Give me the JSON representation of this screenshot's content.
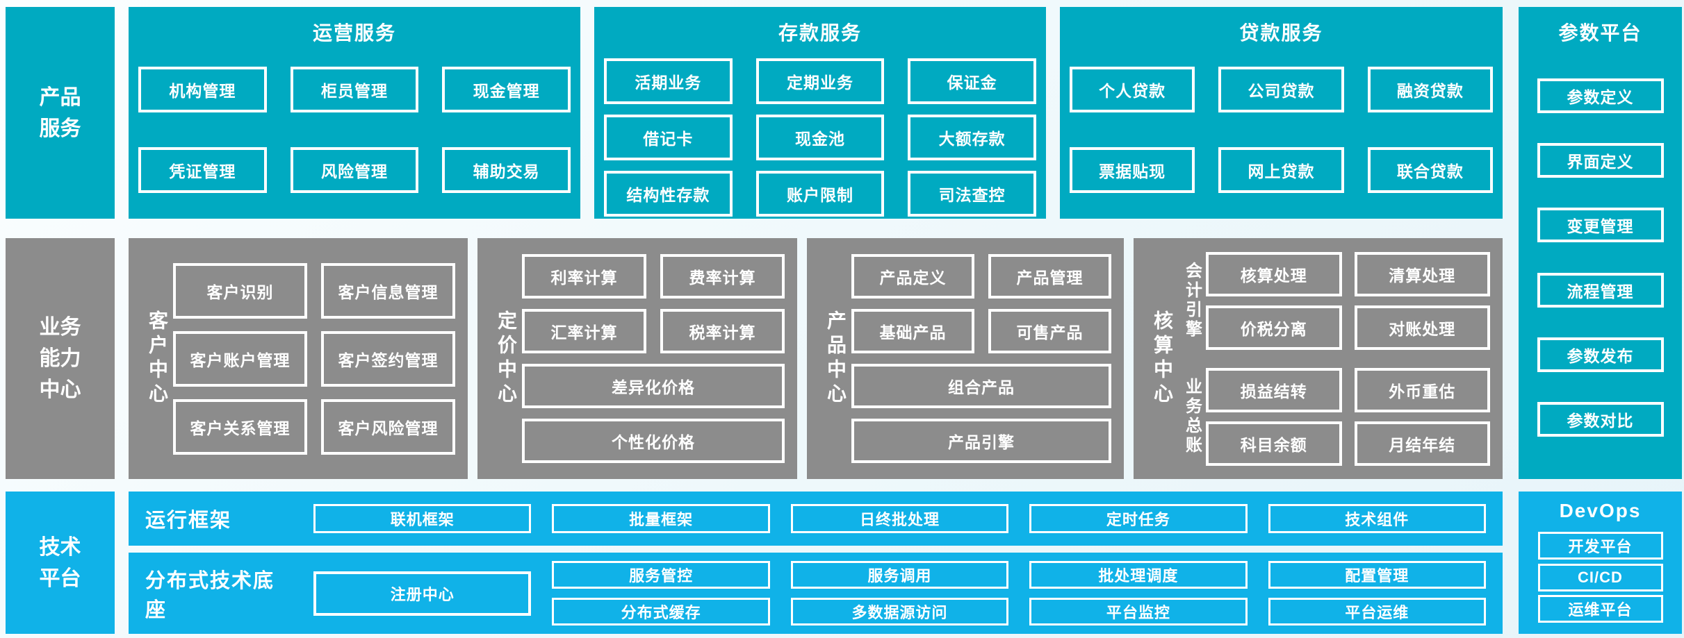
{
  "colors": {
    "teal": "#00AAC1",
    "gray": "#8C8C8C",
    "blue": "#10B2E8",
    "border": "#FFFFFF",
    "text": "#FFFFFF"
  },
  "products": {
    "sidebar": "产品服务",
    "panels": [
      {
        "title": "运营服务",
        "items": [
          "机构管理",
          "柜员管理",
          "现金管理",
          "凭证管理",
          "风险管理",
          "辅助交易"
        ]
      },
      {
        "title": "存款服务",
        "items": [
          "活期业务",
          "定期业务",
          "保证金",
          "借记卡",
          "现金池",
          "大额存款",
          "结构性存款",
          "账户限制",
          "司法查控"
        ]
      },
      {
        "title": "贷款服务",
        "items": [
          "个人贷款",
          "公司贷款",
          "融资贷款",
          "票据贴现",
          "网上贷款",
          "联合贷款"
        ]
      }
    ]
  },
  "param": {
    "title": "参数平台",
    "items": [
      "参数定义",
      "界面定义",
      "变更管理",
      "流程管理",
      "参数发布",
      "参数对比"
    ]
  },
  "capability": {
    "sidebar": "业务能力中心",
    "customer": {
      "label": "客户中心",
      "items": [
        "客户识别",
        "客户信息管理",
        "客户账户管理",
        "客户签约管理",
        "客户关系管理",
        "客户风险管理"
      ]
    },
    "pricing": {
      "label": "定价中心",
      "pairs": [
        "利率计算",
        "费率计算",
        "汇率计算",
        "税率计算"
      ],
      "full": [
        "差异化价格",
        "个性化价格"
      ]
    },
    "product": {
      "label": "产品中心",
      "pairs": [
        "产品定义",
        "产品管理",
        "基础产品",
        "可售产品"
      ],
      "full": [
        "组合产品",
        "产品引擎"
      ]
    },
    "accounting": {
      "label": "核算中心",
      "subs": [
        {
          "label": "会计引擎",
          "items": [
            "核算处理",
            "清算处理",
            "价税分离",
            "对账处理"
          ]
        },
        {
          "label": "业务总账",
          "items": [
            "损益结转",
            "外币重估",
            "科目余额",
            "月结年结"
          ]
        }
      ]
    }
  },
  "tech": {
    "sidebar": "技术平台",
    "runtime": {
      "label": "运行框架",
      "items": [
        "联机框架",
        "批量框架",
        "日终批处理",
        "定时任务",
        "技术组件"
      ]
    },
    "base": {
      "label": "分布式技术底座",
      "registry": "注册中心",
      "row1": [
        "服务管控",
        "服务调用",
        "批处理调度",
        "配置管理"
      ],
      "row2": [
        "分布式缓存",
        "多数据源访问",
        "平台监控",
        "平台运维"
      ]
    },
    "devops": {
      "title": "DevOps",
      "items": [
        "开发平台",
        "CI/CD",
        "运维平台"
      ]
    }
  }
}
